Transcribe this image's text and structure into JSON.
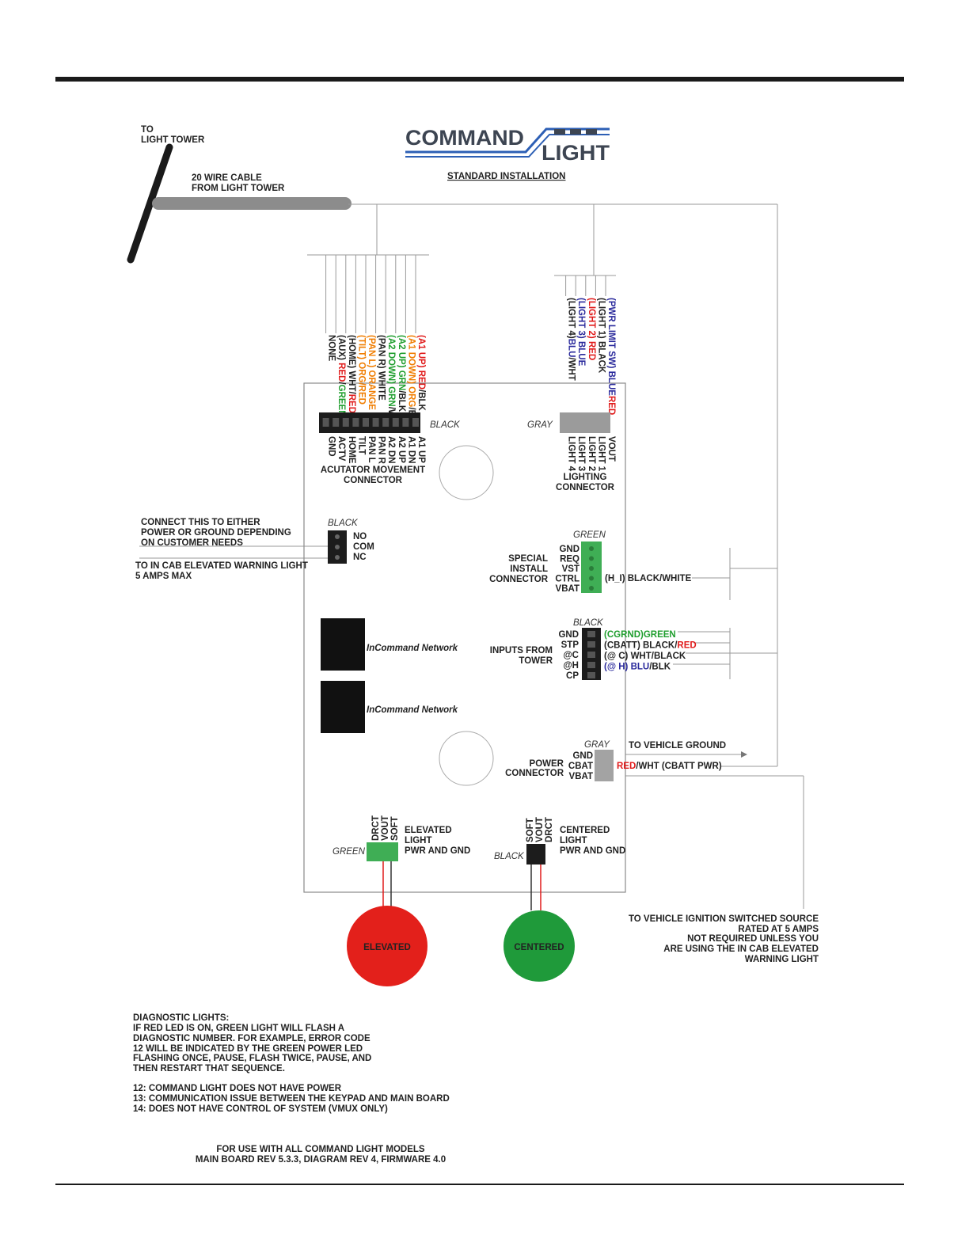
{
  "header": {
    "logo_text_top": "COMMAND",
    "logo_text_bottom": "LIGHT",
    "subtitle": "STANDARD INSTALLATION"
  },
  "tower": {
    "to_light_tower": [
      "TO",
      "LIGHT TOWER"
    ],
    "cable_label": [
      "20 WIRE CABLE",
      "FROM LIGHT TOWER"
    ]
  },
  "actuator_connector": {
    "color_label": "BLACK",
    "wires": [
      {
        "parts": [
          {
            "text": "(A1 UP) ",
            "color": "#e01a1a"
          },
          {
            "text": "RED",
            "color": "#e01a1a"
          },
          {
            "text": "/BLK",
            "color": "#222"
          }
        ]
      },
      {
        "parts": [
          {
            "text": "(A1 DOWN) ",
            "color": "#f07d00"
          },
          {
            "text": "ORG",
            "color": "#f07d00"
          },
          {
            "text": "/BLK",
            "color": "#222"
          }
        ]
      },
      {
        "parts": [
          {
            "text": "(A2 UP) ",
            "color": "#1f9e2e"
          },
          {
            "text": "GRN",
            "color": "#1f9e2e"
          },
          {
            "text": "/BLK",
            "color": "#222"
          }
        ]
      },
      {
        "parts": [
          {
            "text": "(A2 DOWN) ",
            "color": "#1f9e2e"
          },
          {
            "text": "GRN",
            "color": "#1f9e2e"
          },
          {
            "text": "/WHT",
            "color": "#222"
          }
        ]
      },
      {
        "parts": [
          {
            "text": "(PAN R) WHITE",
            "color": "#222"
          }
        ]
      },
      {
        "parts": [
          {
            "text": "(PAN L) ORANGE",
            "color": "#f07d00"
          }
        ]
      },
      {
        "parts": [
          {
            "text": "(TILT) ORG/RED",
            "color": "#f07d00"
          }
        ]
      },
      {
        "parts": [
          {
            "text": "(HOME) WHT/",
            "color": "#222"
          },
          {
            "text": "RED",
            "color": "#e01a1a"
          }
        ]
      },
      {
        "parts": [
          {
            "text": "(AUX) ",
            "color": "#222"
          },
          {
            "text": "RED",
            "color": "#e01a1a"
          },
          {
            "text": "/",
            "color": "#222"
          },
          {
            "text": "GREEN",
            "color": "#1f9e2e"
          }
        ]
      },
      {
        "parts": [
          {
            "text": "NONE",
            "color": "#222"
          }
        ]
      }
    ],
    "pins": [
      "A1 UP",
      "A1 DN",
      "A2 UP",
      "A2 DN",
      "PAN R",
      "PAN L",
      "TILT",
      "HOME",
      "ACTV",
      "GND"
    ],
    "title": [
      "ACUTATOR MOVEMENT",
      "CONNECTOR"
    ]
  },
  "lighting_connector": {
    "color_label": "GRAY",
    "wires": [
      {
        "parts": [
          {
            "text": "(PWR LIMIT SW) ",
            "color": "#2a2a9c"
          },
          {
            "text": "BLUE",
            "color": "#2a2a9c"
          },
          {
            "text": "RED",
            "color": "#e01a1a"
          }
        ]
      },
      {
        "parts": [
          {
            "text": "(LIGHT 1) BLACK",
            "color": "#222"
          }
        ]
      },
      {
        "parts": [
          {
            "text": "(LIGHT 2) RED",
            "color": "#e01a1a"
          }
        ]
      },
      {
        "parts": [
          {
            "text": "(LIGHT 3) BLUE",
            "color": "#2a2a9c"
          }
        ]
      },
      {
        "parts": [
          {
            "text": "(LIGHT 4)",
            "color": "#222"
          },
          {
            "text": "BLU",
            "color": "#2a2a9c"
          },
          {
            "text": "/WHT",
            "color": "#222"
          }
        ]
      }
    ],
    "pins": [
      "VOUT",
      "LIGHT 1",
      "LIGHT 2",
      "LIGHT 3",
      "LIGHT 4"
    ],
    "title": [
      "LIGHTING",
      "CONNECTOR"
    ]
  },
  "relay": {
    "color_label": "BLACK",
    "note": [
      "CONNECT THIS TO EITHER",
      "POWER OR GROUND DEPENDING",
      "ON CUSTOMER NEEDS"
    ],
    "pins": [
      "NO",
      "COM",
      "NC"
    ],
    "warning": "TO IN CAB ELEVATED WARNING LIGHT",
    "max": "5 AMPS MAX"
  },
  "special_install": {
    "color_label": "GREEN",
    "title": [
      "SPECIAL",
      "INSTALL",
      "CONNECTOR"
    ],
    "pins": [
      "GND",
      "REQ",
      "VST",
      "CTRL",
      "VBAT"
    ],
    "wire_label": "(H_I) BLACK/WHITE"
  },
  "inputs": {
    "color_label": "BLACK",
    "title": [
      "INPUTS FROM",
      "TOWER"
    ],
    "pins": [
      "GND",
      "STP",
      "@C",
      "@H",
      "CP"
    ],
    "wires": [
      {
        "parts": [
          {
            "text": "(CGRND)",
            "color": "#1f9e2e"
          },
          {
            "text": "GREEN",
            "color": "#1f9e2e"
          }
        ]
      },
      {
        "parts": [
          {
            "text": "(CBATT) BLACK/",
            "color": "#222"
          },
          {
            "text": "RED",
            "color": "#e01a1a"
          }
        ]
      },
      {
        "parts": [
          {
            "text": "(@ C) WHT/BLACK",
            "color": "#222"
          }
        ]
      },
      {
        "parts": [
          {
            "text": "(@ H) ",
            "color": "#2a2a9c"
          },
          {
            "text": "BLU",
            "color": "#2a2a9c"
          },
          {
            "text": "/BLK",
            "color": "#222"
          }
        ]
      }
    ]
  },
  "network": {
    "port1": "InCommand Network",
    "port2": "InCommand Network"
  },
  "power": {
    "color_label": "GRAY",
    "title": [
      "POWER",
      "CONNECTOR"
    ],
    "pins": [
      "GND",
      "CBAT",
      "VBAT"
    ],
    "ground_label": "TO VEHICLE GROUND",
    "cbatt_parts": [
      {
        "text": "RED",
        "color": "#e01a1a"
      },
      {
        "text": "/WHT (CBATT PWR)",
        "color": "#222"
      }
    ]
  },
  "elevated": {
    "color_label": "GREEN",
    "pins": [
      "DRCT",
      "VOUT",
      "SOFT"
    ],
    "title": [
      "ELEVATED",
      "LIGHT",
      "PWR AND GND"
    ],
    "light_label": "ELEVATED",
    "light_color": "#e3201b"
  },
  "centered": {
    "color_label": "BLACK",
    "pins": [
      "SOFT",
      "VOUT",
      "DRCT"
    ],
    "title": [
      "CENTERED",
      "LIGHT",
      "PWR AND GND"
    ],
    "light_label": "CENTERED",
    "light_color": "#1f9a3a"
  },
  "ignition_note": [
    "TO VEHICLE IGNITION SWITCHED SOURCE",
    "RATED AT 5 AMPS",
    "NOT REQUIRED UNLESS YOU",
    "ARE USING THE IN CAB ELEVATED",
    "WARNING LIGHT"
  ],
  "diagnostics": {
    "lines": [
      "DIAGNOSTIC LIGHTS:",
      "IF RED LED IS ON, GREEN LIGHT WILL FLASH A",
      "DIAGNOSTIC NUMBER. FOR EXAMPLE, ERROR CODE",
      "12 WILL BE INDICATED BY THE GREEN POWER LED",
      "FLASHING ONCE, PAUSE, FLASH TWICE, PAUSE, AND",
      "THEN RESTART THAT SEQUENCE."
    ],
    "codes": [
      "12: COMMAND LIGHT DOES NOT HAVE POWER",
      "13: COMMUNICATION ISSUE BETWEEN THE KEYPAD AND MAIN BOARD",
      "14: DOES NOT HAVE CONTROL OF SYSTEM (VMUX ONLY)"
    ]
  },
  "footer": [
    "FOR USE WITH ALL COMMAND LIGHT MODELS",
    "MAIN BOARD REV 5.3.3, DIAGRAM REV 4, FIRMWARE 4.0"
  ]
}
